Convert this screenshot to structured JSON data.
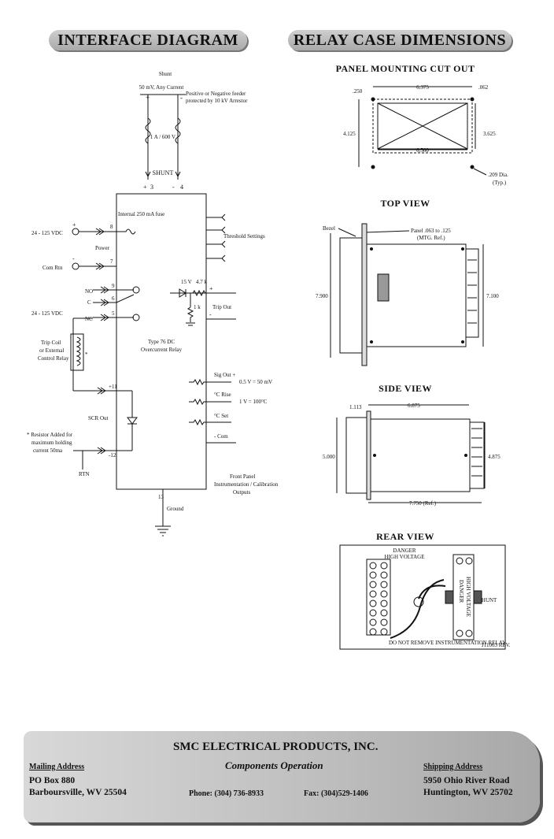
{
  "titles": {
    "interface": "INTERFACE DIAGRAM",
    "relay_case": "RELAY CASE DIMENSIONS"
  },
  "interface_diagram": {
    "shunt_top": "Shunt",
    "shunt_rating": "50 mV, Any Current",
    "feeder_note_1": "Positive or Negative feeder",
    "feeder_note_2": "protected by 10 kV Arrestor",
    "fuse_rating": "1 A / 600 V",
    "shunt_label": "SHUNT",
    "t3": "3",
    "t4": "4",
    "plus": "+",
    "minus": "-",
    "internal_fuse": "Internal 250 mA fuse",
    "supply_1": "24 - 125 VDC",
    "t8": "8",
    "power": "Power",
    "com_rtn": "Com Rtn",
    "t7": "7",
    "no": "NO",
    "c": "C",
    "nc": "NC",
    "t9": "9",
    "t6": "6",
    "t5": "5",
    "supply_2": "24 - 125 VDC",
    "trip_coil_1": "Trip Coil",
    "trip_coil_2": "or External",
    "trip_coil_3": "Control Relay",
    "asterisk": "*",
    "t11": "+11",
    "scr_out": "SCR Out",
    "t12": "-12",
    "resistor_note_1": "* Resistor Added for",
    "resistor_note_2": "maximum holding",
    "resistor_note_3": "current 50ma",
    "rtn": "RTN",
    "threshold": "Threshold Settings",
    "zener": "15 V",
    "r47": "4.7 k",
    "r1k": "1 k",
    "trip_out": "Trip Out",
    "relay_type_1": "Type 76 DC",
    "relay_type_2": "Overcurrent Relay",
    "sig_out": "Sig Out +",
    "sig_scale": "0.5 V = 50 mV",
    "c_rise": "°C Rise",
    "rise_scale": "1 V = 100°C",
    "c_set": "°C Set",
    "com": "- Com",
    "front_panel_1": "Front Panel",
    "front_panel_2": "Instrumentation / Calibration",
    "front_panel_3": "Outputs",
    "t13": "13",
    "ground": "Ground"
  },
  "panel_cutout": {
    "title": "PANEL MOUNTING CUT OUT",
    "d250": ".250",
    "d6375": "6.375",
    "d062": ".062",
    "d4125": "4.125",
    "d3625": "3.625",
    "d6500": "6.500",
    "hole_1": ".209 Dia.",
    "hole_2": "(Typ.)"
  },
  "top_view": {
    "title": "TOP VIEW",
    "bezel": "Bezel",
    "panel_1": "Panel .063 to .125",
    "panel_2": "(MTG. Ref.)",
    "d7900": "7.900",
    "d7100": "7.100"
  },
  "side_view": {
    "title": "SIDE VIEW",
    "d1113": "1.113",
    "d6875": "6.875",
    "d5000": "5.000",
    "d4875": "4.875",
    "d7750": "7.750 (Ref.)"
  },
  "rear_view": {
    "title": "REAR VIEW",
    "danger_1": "DANGER",
    "danger_2": "HIGH VOLTAGE",
    "side_danger": "DANGER",
    "side_hv": "HIGH VOLTAGE",
    "shunt": "SHUNT",
    "bottom_note": "DO NOT REMOVE INSTRUMENTATION RELAY",
    "part_no": "J11063 REV."
  },
  "footer": {
    "company": "SMC ELECTRICAL PRODUCTS, INC.",
    "division": "Components Operation",
    "mailing_label": "Mailing Address",
    "mailing_1": "PO Box 880",
    "mailing_2": "Barboursville, WV   25504",
    "phone": "Phone:  (304) 736-8933",
    "fax": "Fax:  (304)529-1406",
    "shipping_label": "Shipping Address",
    "shipping_1": "5950 Ohio River Road",
    "shipping_2": "Huntington, WV   25702"
  }
}
